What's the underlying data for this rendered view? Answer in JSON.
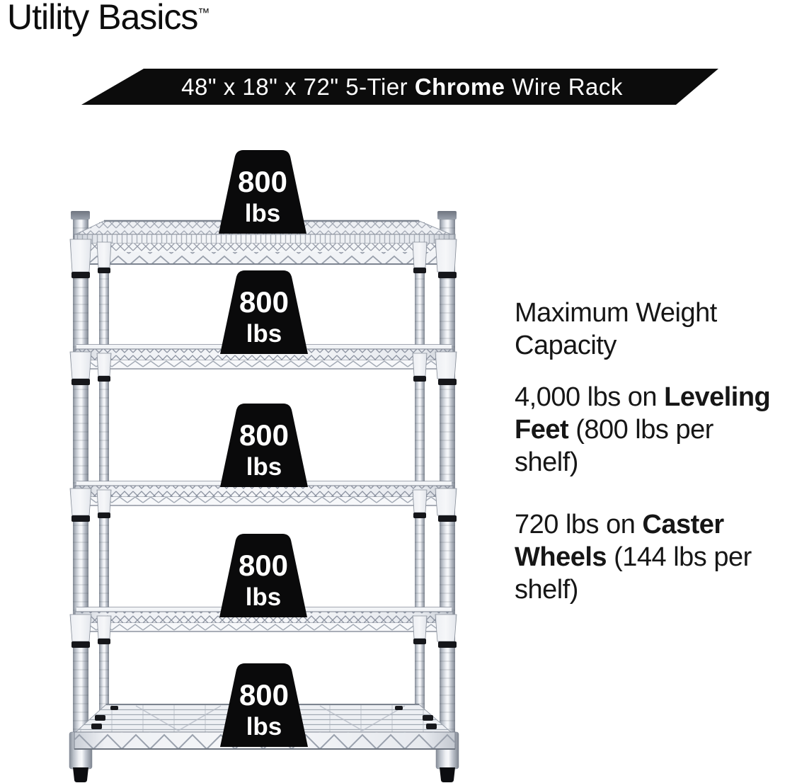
{
  "page": {
    "background": "#ffffff"
  },
  "brand": {
    "name": "Utility Basics",
    "trademark": "™"
  },
  "banner": {
    "bg_color": "#0c0c0c",
    "text_color": "#ffffff",
    "title_runs": [
      {
        "text": "48\" x 18\" x 72\" 5-Tier "
      },
      {
        "text": "Chrome",
        "bold": true
      },
      {
        "text": " Wire Rack"
      }
    ]
  },
  "rack": {
    "tiers": 5,
    "finish_color": "#d9dde4",
    "badge_color": "#0a0a0b",
    "shelves": [
      {
        "badge_value": "800",
        "badge_unit": "lbs"
      },
      {
        "badge_value": "800",
        "badge_unit": "lbs"
      },
      {
        "badge_value": "800",
        "badge_unit": "lbs"
      },
      {
        "badge_value": "800",
        "badge_unit": "lbs"
      },
      {
        "badge_value": "800",
        "badge_unit": "lbs"
      }
    ]
  },
  "capacity": {
    "paragraphs": [
      {
        "lines": [
          [
            {
              "text": "Maximum Weight"
            }
          ],
          [
            {
              "text": "Capacity"
            }
          ]
        ]
      },
      {
        "lines": [
          [
            {
              "text": "4,000 lbs on "
            },
            {
              "text": "Leveling",
              "bold": true
            }
          ],
          [
            {
              "text": "Feet",
              "bold": true
            },
            {
              "text": " (800 lbs per"
            }
          ],
          [
            {
              "text": "shelf)"
            }
          ]
        ]
      },
      {
        "lines": [
          [
            {
              "text": "720 lbs on "
            },
            {
              "text": "Caster",
              "bold": true
            }
          ],
          [
            {
              "text": "Wheels",
              "bold": true
            },
            {
              "text": " (144 lbs per"
            }
          ],
          [
            {
              "text": "shelf)"
            }
          ]
        ]
      }
    ]
  }
}
